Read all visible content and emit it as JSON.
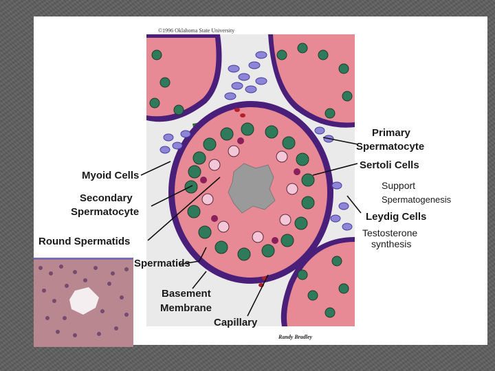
{
  "header": {
    "copyright": "©1996 Oklahoma State University"
  },
  "signature": "Randy Bradley",
  "labels": {
    "primary_spermatocyte_1": "Primary",
    "primary_spermatocyte_2": "Spermatocyte",
    "sertoli_cells": "Sertoli Cells",
    "support_1": "Support",
    "support_2": "Spermatogenesis",
    "myoid_cells": "Myoid Cells",
    "secondary_spermatocyte_1": "Secondary",
    "secondary_spermatocyte_2": "Spermatocyte",
    "leydig_cells": "Leydig Cells",
    "testosterone_1": "Testosterone",
    "testosterone_2": "synthesis",
    "round_spermatids": "Round Spermatids",
    "spermatids": "Spermatids",
    "basement_membrane_1": "Basement",
    "basement_membrane_2": "Membrane",
    "capillary": "Capillary"
  },
  "colors": {
    "background": "#5f5f5f",
    "tubule_border": "#4a1f7a",
    "tubule_fill": "#e88a95",
    "lumen": "#9a9a9a",
    "leydig": "#8d86d8",
    "green_cell": "#2f7a5a",
    "connective": "#2f6b3a"
  }
}
